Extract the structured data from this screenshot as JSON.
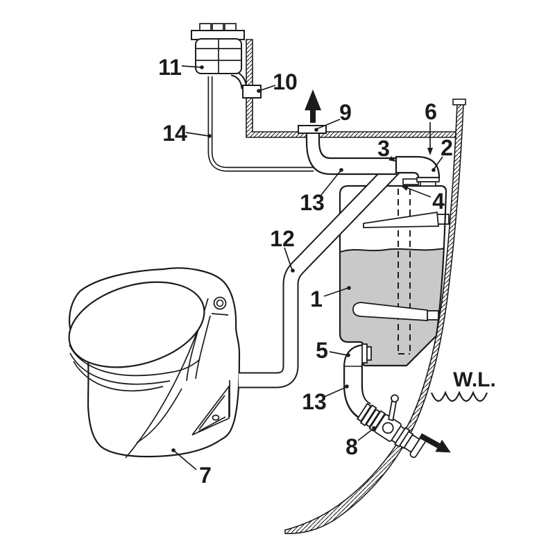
{
  "diagram": {
    "type": "marine-toilet-holding-tank-installation-diagram",
    "water_line_label": "W.L.",
    "callouts": [
      {
        "text": "11",
        "part": "vent-filter"
      },
      {
        "text": "10",
        "part": "vent-through-hull-fitting"
      },
      {
        "text": "14",
        "part": "vent-hose"
      },
      {
        "text": "9",
        "part": "deck-pumpout-fitting"
      },
      {
        "text": "6",
        "part": "tank-elbow-position"
      },
      {
        "text": "2",
        "part": "ninety-degree-elbow"
      },
      {
        "text": "3",
        "part": "pumpout-hose-end"
      },
      {
        "text": "13",
        "part": "sanitation-hose-upper"
      },
      {
        "text": "4",
        "part": "tank-top-fitting-dip-tube"
      },
      {
        "text": "12",
        "part": "toilet-discharge-hose"
      },
      {
        "text": "1",
        "part": "holding-tank"
      },
      {
        "text": "5",
        "part": "tank-outlet-elbow"
      },
      {
        "text": "13",
        "part": "sanitation-hose-lower"
      },
      {
        "text": "8",
        "part": "seacock-valve"
      },
      {
        "text": "7",
        "part": "toilet"
      },
      {
        "text": "W.L.",
        "part": "water-line"
      }
    ],
    "colors": {
      "line": "#1b1b1b",
      "tank_liquid": "#c9c9c9",
      "background": "#ffffff"
    }
  }
}
